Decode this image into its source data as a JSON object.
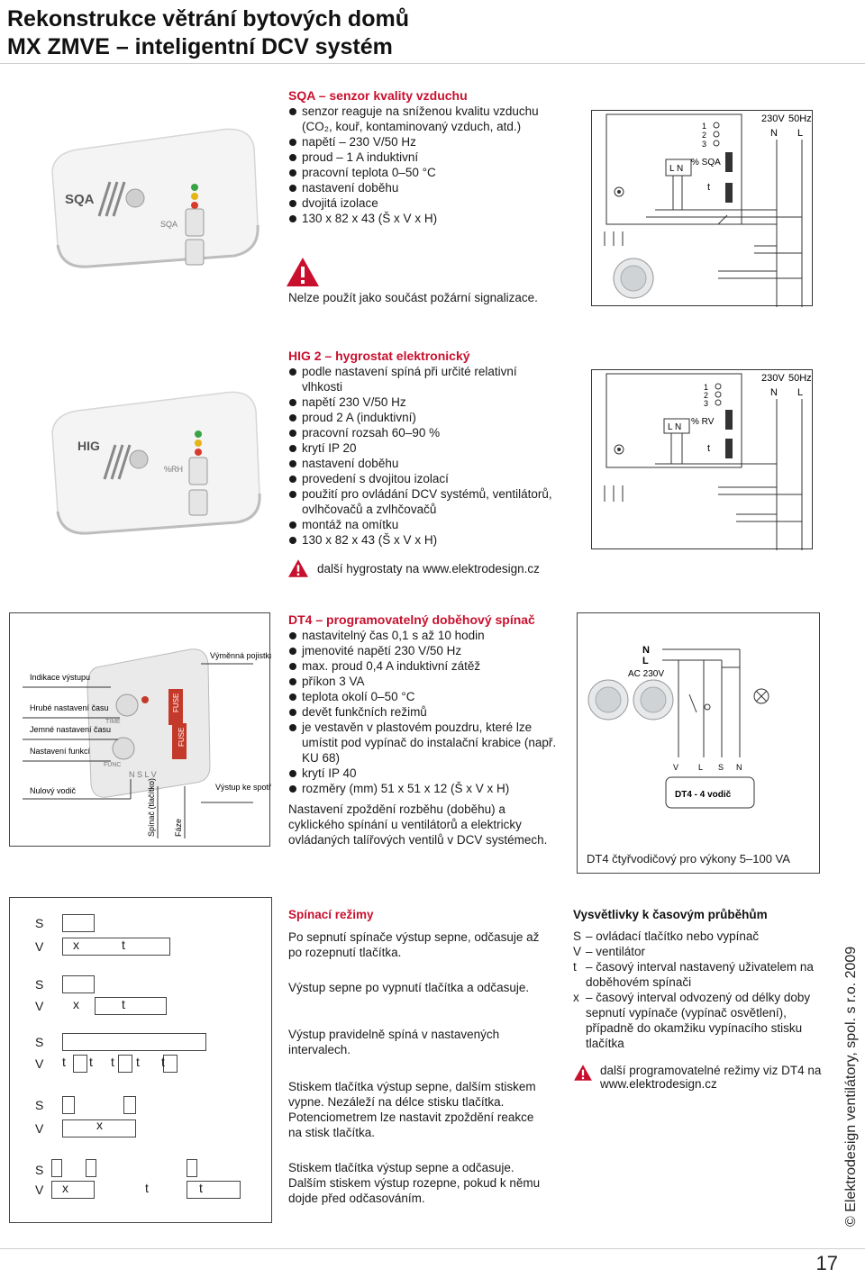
{
  "header": {
    "title_line1": "Rekonstrukce větrání bytových domů",
    "title_line2": "MX ZMVE – inteligentní DCV systém"
  },
  "sqa": {
    "device_label": "SQA",
    "device_sublabel": "SQA",
    "title": "SQA – senzor kvality vzduchu",
    "bullets": [
      "senzor reaguje na sníženou kvalitu vzduchu (CO₂, kouř, kontaminovaný vzduch, atd.)",
      "napětí – 230 V/50 Hz",
      "proud – 1 A induktivní",
      "pracovní teplota 0–50 °C",
      "nastavení doběhu",
      "dvojitá izolace",
      "130 x 82 x 43 (Š x V x H)"
    ],
    "warning": "Nelze použít jako součást požární signalizace.",
    "diagram": {
      "voltage": "230V",
      "freq": "50Hz",
      "n": "N",
      "l": "L",
      "ln": "L N",
      "pct": "% SQA",
      "t": "t",
      "levels": [
        "1",
        "2",
        "3"
      ]
    }
  },
  "hig": {
    "device_label": "HIG",
    "device_sublabel": "%RH",
    "title": "HIG 2 – hygrostat elektronický",
    "bullets": [
      "podle nastavení spíná při určité relativní vlhkosti",
      "napětí 230 V/50 Hz",
      "proud 2 A (induktivní)",
      "pracovní rozsah 60–90 %",
      "krytí IP 20",
      "nastavení doběhu",
      "provedení s dvojitou izolací",
      "použití pro ovládání DCV systémů, ventilátorů, ovlhčovačů a zvlhčovačů",
      "montáž na omítku",
      "130 x 82 x 43 (Š x V x H)"
    ],
    "warning": "další hygrostaty na www.elektrodesign.cz",
    "diagram": {
      "voltage": "230V",
      "freq": "50Hz",
      "n": "N",
      "l": "L",
      "ln": "L N",
      "pct": "% RV",
      "t": "t",
      "levels": [
        "1",
        "2",
        "3"
      ]
    }
  },
  "dt4": {
    "callouts": {
      "indikace": "Indikace výstupu",
      "hrube": "Hrubé nastavení času",
      "jemne": "Jemné nastavení času",
      "funkci": "Nastavení funkcí",
      "nulovy": "Nulový vodič",
      "vymenna": "Výměnná pojistka",
      "vystup": "Výstup ke spotřebiči",
      "spinac": "Spínač (tlačítko)",
      "faze": "Fáze"
    },
    "device_text": {
      "fuse1": "FUSE",
      "fuse2": "FUSE",
      "func": "FUNC",
      "time": "TIME",
      "terminals": "N S L V"
    },
    "title": "DT4 – programovatelný doběhový spínač",
    "bullets": [
      "nastavitelný čas 0,1 s až 10 hodin",
      "jmenovité napětí 230 V/50 Hz",
      "max. proud 0,4 A induktivní zátěž",
      "příkon 3 VA",
      "teplota okolí 0–50 °C",
      "devět funkčních režimů",
      "je vestavěn v plastovém pouzdru, které lze umístit pod vypínač do instalační krabice (např. KU 68)",
      "krytí IP 40",
      "rozměry (mm) 51 x 51 x 12 (Š x V x H)"
    ],
    "paragraph": "Nastavení zpoždění rozběhu (doběhu) a cyklického spínání u ventilátorů a elektricky ovládaných talířových ventilů v DCV systémech.",
    "diagram": {
      "n": "N",
      "l": "L",
      "ac": "AC 230V",
      "terminals": [
        "V",
        "L",
        "S",
        "N"
      ],
      "box_label": "DT4 - 4 vodič",
      "caption": "DT4 čtyřvodičový pro výkony 5–100 VA"
    }
  },
  "timing": {
    "rows": [
      {
        "s": "S",
        "v": "V",
        "marks": [
          "x",
          "t"
        ]
      },
      {
        "s": "S",
        "v": "V",
        "marks": [
          "x",
          "t"
        ]
      },
      {
        "s": "S",
        "v": "V",
        "marks": [
          "t",
          "t",
          "t",
          "t",
          "t"
        ]
      },
      {
        "s": "S",
        "v": "V",
        "marks": [
          "x"
        ]
      },
      {
        "s": "S",
        "v": "V",
        "marks": [
          "x",
          "t",
          "t"
        ]
      }
    ]
  },
  "modes": {
    "title": "Spínací režimy",
    "items": [
      "Po sepnutí spínače výstup sepne, odčasuje až po rozepnutí tlačítka.",
      "Výstup sepne po vypnutí tlačítka a odčasuje.",
      "Výstup pravidelně spíná v nastavených intervalech.",
      "Stiskem tlačítka výstup sepne, dalším stiskem vypne. Nezáleží na délce stisku tlačítka. Potenciometrem lze nastavit zpoždění reakce na stisk tlačítka.",
      "Stiskem tlačítka výstup sepne a odčasuje. Dalším stiskem výstup rozepne, pokud k němu dojde před odčasováním."
    ]
  },
  "legend": {
    "title": "Vysvětlivky k časovým průběhům",
    "rows": [
      {
        "k": "S",
        "v": "– ovládací tlačítko nebo vypínač"
      },
      {
        "k": "V",
        "v": "– ventilátor"
      },
      {
        "k": "t",
        "v": "– časový interval nastavený uživatelem na doběhovém spínači"
      },
      {
        "k": "x",
        "v": "– časový interval odvozený od délky doby sepnutí vypínače (vypínač osvětlení), případně do okamžiku vypínacího stisku tlačítka"
      }
    ],
    "warning": "další programovatelné režimy viz DT4 na www.elektrodesign.cz"
  },
  "footer": {
    "copyright": "© Elektrodesign ventilátory, spol. s r.o. 2009",
    "page": "17"
  },
  "colors": {
    "accent": "#c8102e",
    "text": "#1a1a1a"
  }
}
